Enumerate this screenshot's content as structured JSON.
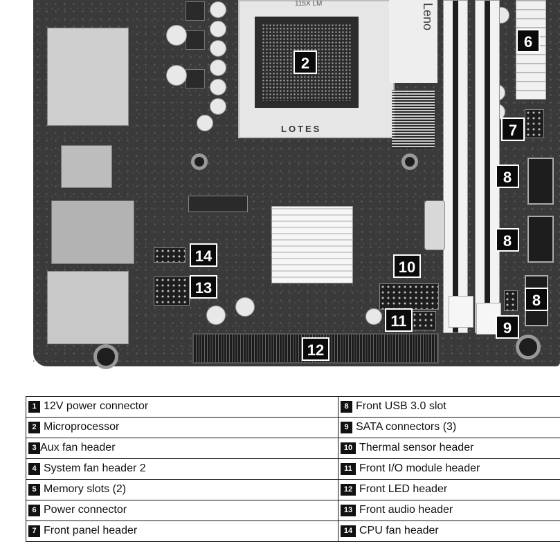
{
  "board_silkscreen": {
    "socket_top_text": "115X LM",
    "socket_vendor": "LOTES",
    "label_brand": "Leno"
  },
  "callouts": [
    "2",
    "6",
    "7",
    "8",
    "8",
    "8",
    "9",
    "10",
    "11",
    "12",
    "13",
    "14"
  ],
  "legend": {
    "left": [
      {
        "num": "1",
        "label": "12V power connector"
      },
      {
        "num": "2",
        "label": "Microprocessor"
      },
      {
        "num": "3",
        "label": "Aux fan header"
      },
      {
        "num": "4",
        "label": "System fan header 2"
      },
      {
        "num": "5",
        "label": "Memory slots (2)"
      },
      {
        "num": "6",
        "label": "Power connector"
      },
      {
        "num": "7",
        "label": "Front panel header"
      }
    ],
    "right": [
      {
        "num": "8",
        "label": "Front USB 3.0 slot"
      },
      {
        "num": "9",
        "label": "SATA connectors (3)"
      },
      {
        "num": "10",
        "label": "Thermal sensor header"
      },
      {
        "num": "11",
        "label": "Front I/O module header"
      },
      {
        "num": "12",
        "label": "Front LED header"
      },
      {
        "num": "13",
        "label": "Front audio header"
      },
      {
        "num": "14",
        "label": "CPU fan header"
      }
    ]
  }
}
